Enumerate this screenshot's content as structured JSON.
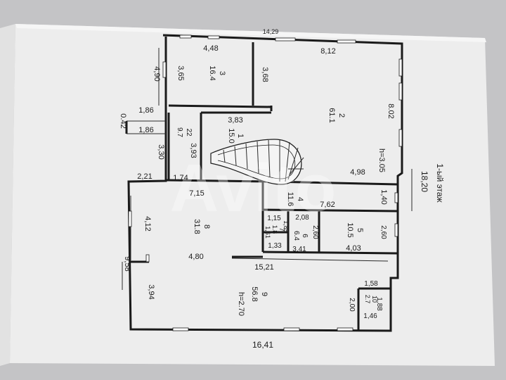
{
  "plan": {
    "floor_label": "1-ый этаж",
    "overall": {
      "width": "16,41",
      "depth": "18,20",
      "top_edge": "14,29"
    },
    "rooms": [
      {
        "id": "room-1",
        "number": "1",
        "area": "15.0"
      },
      {
        "id": "room-2",
        "number": "2",
        "area": "61.1"
      },
      {
        "id": "room-3",
        "number": "3",
        "area": "16.4"
      },
      {
        "id": "room-4",
        "number": "4",
        "area": "11.6"
      },
      {
        "id": "room-5",
        "number": "5",
        "area": "10.5"
      },
      {
        "id": "room-6",
        "number": "6",
        "area": "6.4"
      },
      {
        "id": "room-7",
        "number": "7",
        "area": "1.8"
      },
      {
        "id": "room-8",
        "number": "8",
        "area": "31.8"
      },
      {
        "id": "room-9",
        "number": "9",
        "area": "56.8"
      },
      {
        "id": "room-10",
        "number": "10",
        "area": "2.7"
      },
      {
        "id": "room-22",
        "number": "22",
        "area": "9.7"
      }
    ],
    "heights": {
      "upper": "h=3.05",
      "lower": "h=2.70"
    },
    "dims": {
      "d_448": "4,48",
      "d_812": "8,12",
      "d_490": "4,90",
      "d_365": "3,65",
      "d_368": "3,68",
      "d_383": "3,83",
      "d_802": "8.02",
      "d_186a": "1,86",
      "d_186b": "1,86",
      "d_042": "0.42",
      "d_330": "3,30",
      "d_393": "3,93",
      "d_498": "4,98",
      "d_221": "2,21",
      "d_174": "1,74",
      "d_715": "7,15",
      "d_140": "1,40",
      "d_762": "7,62",
      "d_208": "2,08",
      "d_115": "1,15",
      "d_185": "1,85",
      "d_161": "1,61",
      "d_260a": "2,60",
      "d_260b": "2,60",
      "d_412": "4,12",
      "d_403": "4,03",
      "d_133": "1,33",
      "d_341": "3,41",
      "d_480": "4,80",
      "d_958": "9,58",
      "d_1521": "15,21",
      "d_158": "1,58",
      "d_394": "3,94",
      "d_188": "1,88",
      "d_200": "2,00",
      "d_146": "1,46"
    }
  }
}
